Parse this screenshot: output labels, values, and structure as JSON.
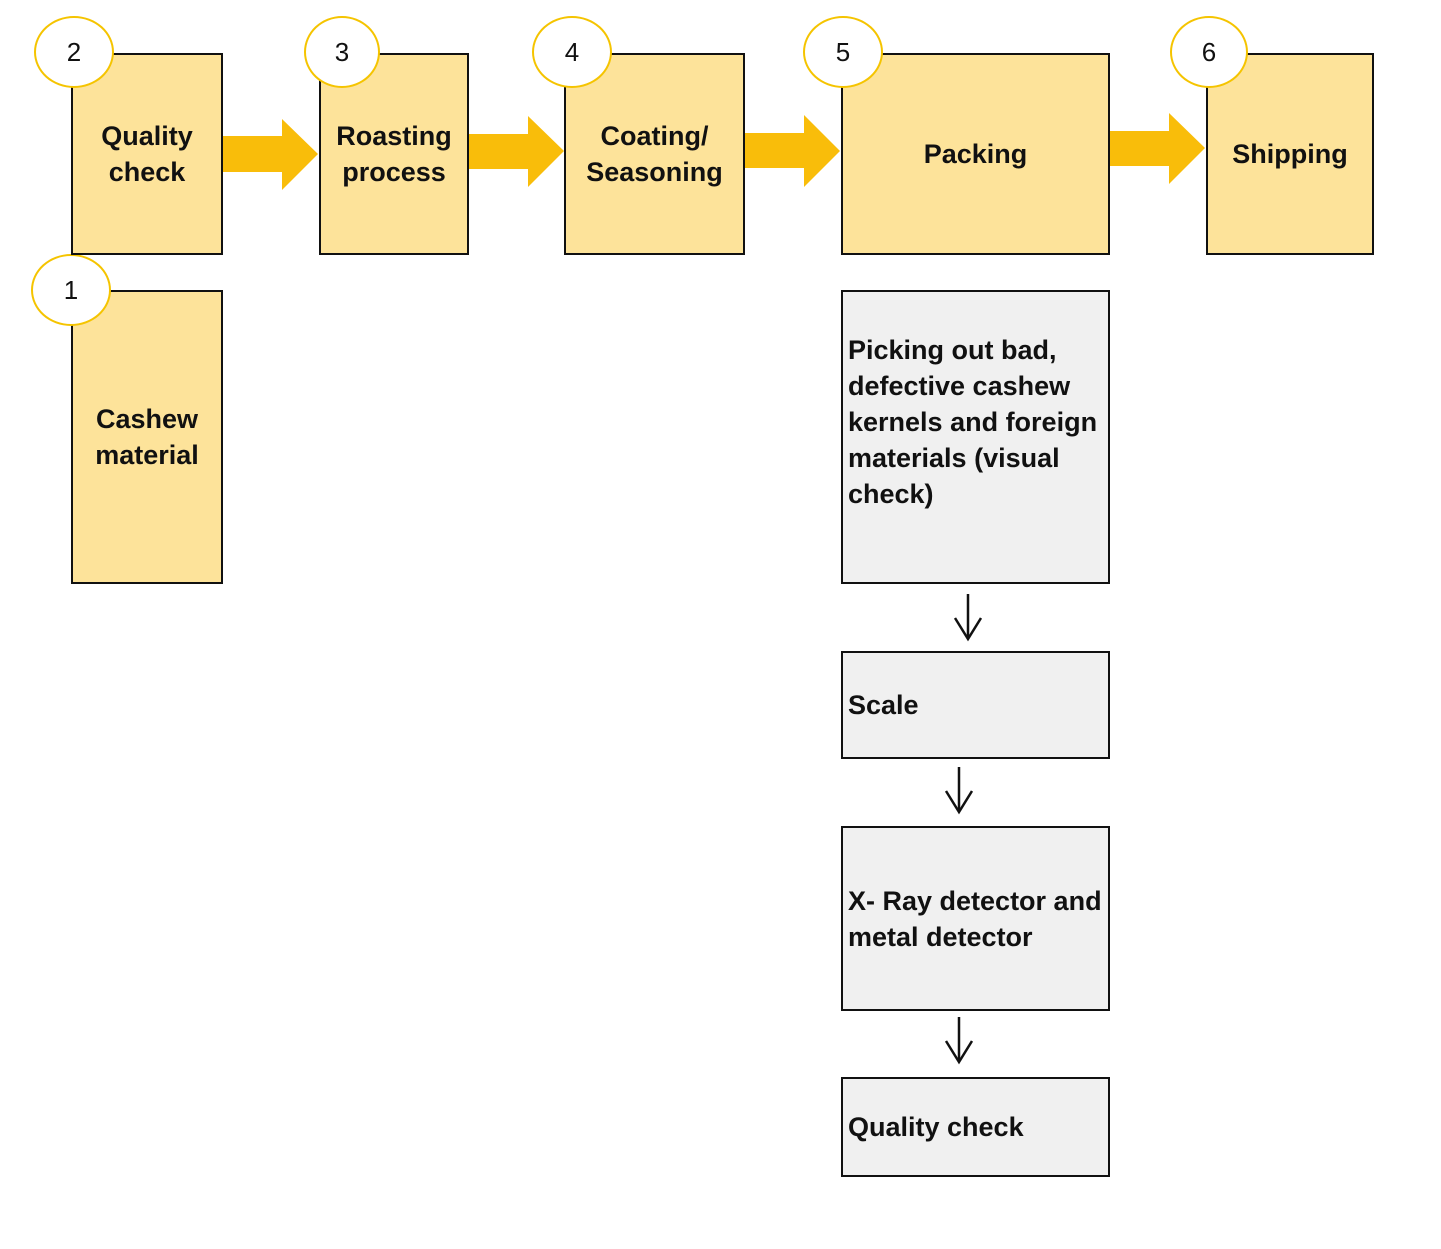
{
  "steps": [
    {
      "number": "1",
      "label": "Cashew material"
    },
    {
      "number": "2",
      "label": "Quality check"
    },
    {
      "number": "3",
      "label": "Roasting process"
    },
    {
      "number": "4",
      "label": "Coating/ Seasoning"
    },
    {
      "number": "5",
      "label": "Packing"
    },
    {
      "number": "6",
      "label": "Shipping"
    }
  ],
  "packing_substeps": [
    "Picking out bad, defective cashew kernels and foreign materials (visual check)",
    "Scale",
    "X- Ray detector and metal detector",
    "Quality check"
  ],
  "colors": {
    "step_fill": "#fde39a",
    "arrow_fill": "#f9bd0a",
    "circle_border": "#f5c400",
    "substep_fill": "#f0f0f0"
  }
}
